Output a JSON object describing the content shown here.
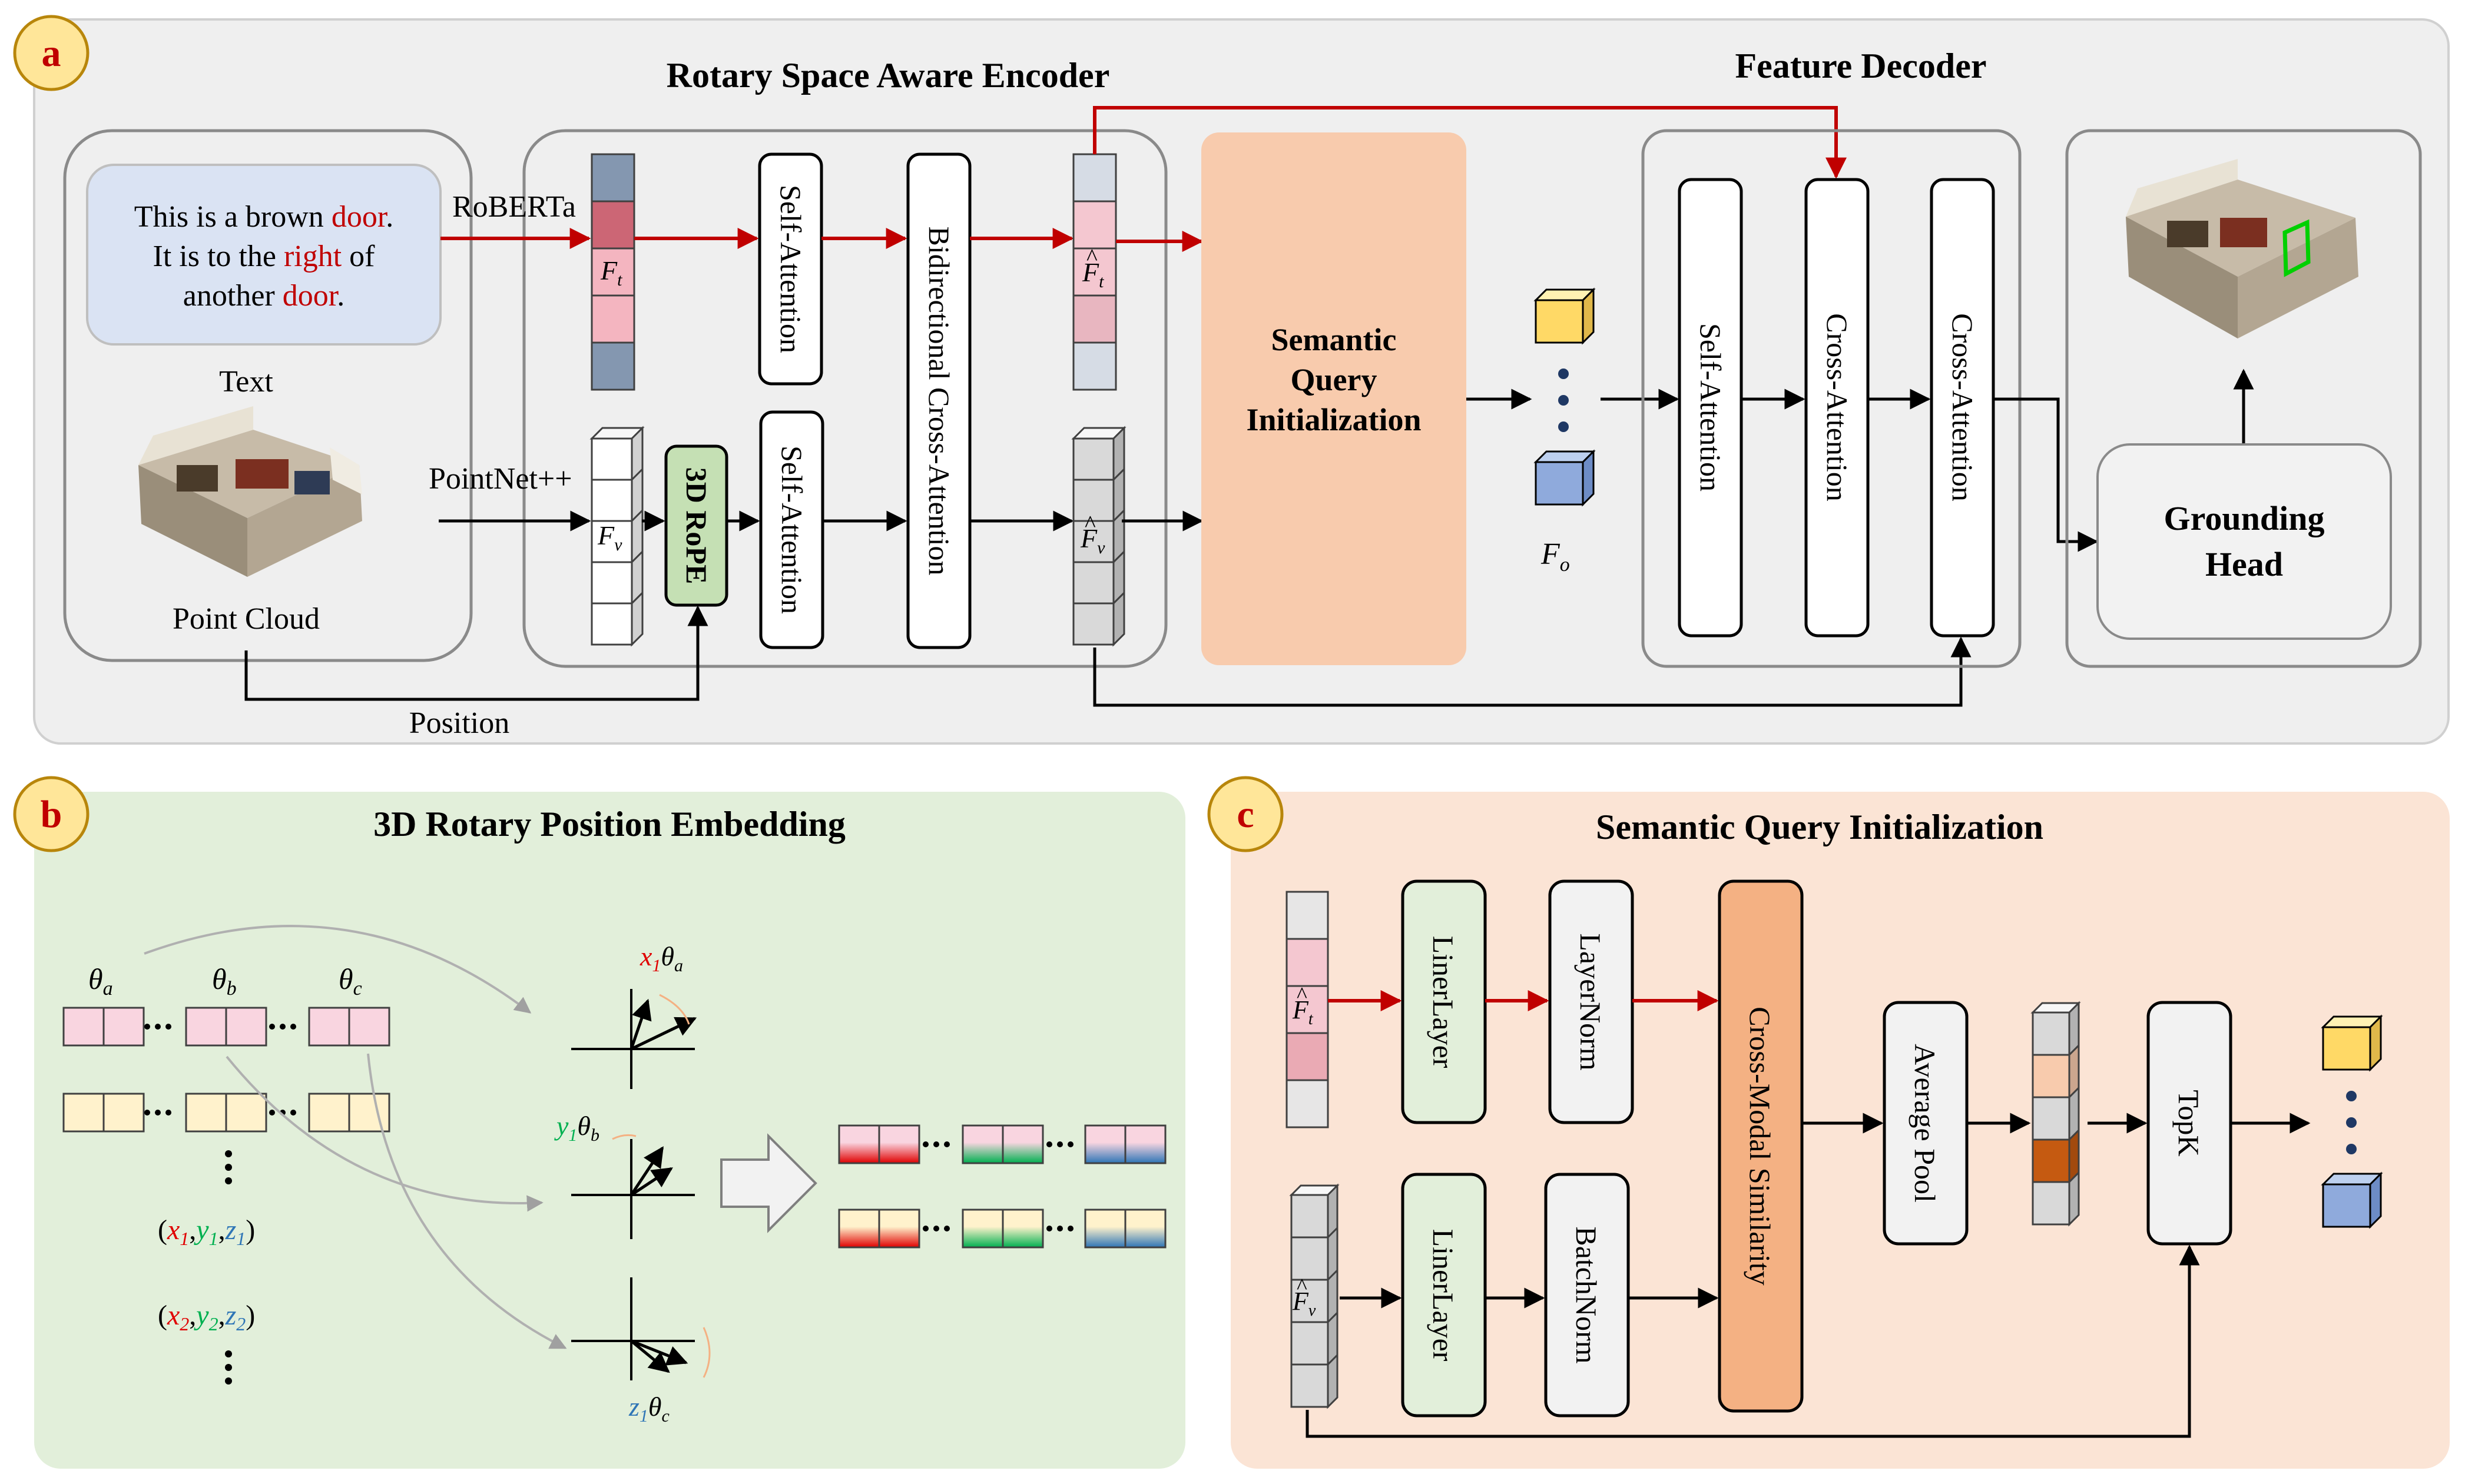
{
  "panels": {
    "a": {
      "badge": "a",
      "encoder_title": "Rotary Space Aware Encoder",
      "decoder_title": "Feature Decoder",
      "text_lines": [
        [
          {
            "t": "This is a brown ",
            "red": false
          },
          {
            "t": "door",
            "red": true
          },
          {
            "t": ".",
            "red": false
          }
        ],
        [
          {
            "t": "It is to the ",
            "red": false
          },
          {
            "t": "right",
            "red": true
          },
          {
            "t": "  of",
            "red": false
          }
        ],
        [
          {
            "t": "another ",
            "red": false
          },
          {
            "t": "door",
            "red": true
          },
          {
            "t": ".",
            "red": false
          }
        ]
      ],
      "text_label": "Text",
      "point_cloud_label": "Point Cloud",
      "roberta_label": "RoBERTa",
      "pointnet_label": "PointNet++",
      "position_label": "Position",
      "rope_label": "3D RoPE",
      "self_attention_label": "Self-Attention",
      "bidirectional_label": "Bidirectional Cross-Attention",
      "sqi_lines": [
        "Semantic",
        "Query",
        "Initialization"
      ],
      "cross_attention_label": "Cross-Attention",
      "grounding_lines": [
        "Grounding",
        "Head"
      ],
      "feat_t": "F",
      "feat_t_sub": "t",
      "feat_v": "F",
      "feat_v_sub": "v",
      "feat_o": "F",
      "feat_o_sub": "o"
    },
    "b": {
      "badge": "b",
      "title": "3D Rotary Position Embedding",
      "theta_a": "θa",
      "theta_b": "θb",
      "theta_c": "θc",
      "coords_1": [
        "x1",
        "y1",
        "z1"
      ],
      "coords_2": [
        "x2",
        "y2",
        "z2"
      ],
      "rot_x": "x1θa",
      "rot_y": "y1θb",
      "rot_z": "z1θc"
    },
    "c": {
      "badge": "c",
      "title": "Semantic Query Initialization",
      "liner_layer": "LinerLayer",
      "layer_norm": "LayerNorm",
      "batch_norm": "BatchNorm",
      "cross_modal": "Cross-Modal Similarity",
      "average_pool": "Average Pool",
      "topk": "TopK"
    }
  },
  "colors": {
    "panel_a_bg": "#efefef",
    "panel_b_bg": "#e2efda",
    "panel_c_bg": "#fbe4d5",
    "badge_fill": "#ffe699",
    "sqi_fill": "#f8cbad",
    "rope_fill": "#c5e0b4",
    "text_box_fill": "#dae3f3",
    "red_accent": "#c00000",
    "cube_yellow": "#ffd966",
    "cube_blue": "#8faadc"
  }
}
